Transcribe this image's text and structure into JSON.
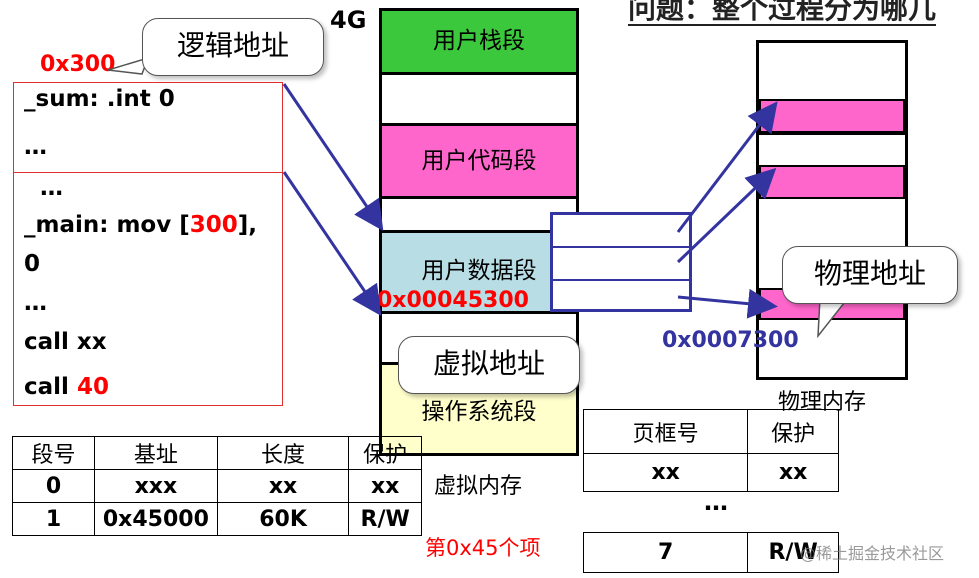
{
  "title": "问题：整个过程分为哪几",
  "labels": {
    "addr_0x300": "0x300",
    "logical_address": "逻辑地址",
    "label_4g": "4G",
    "virtual_address": "虚拟地址",
    "physical_address": "物理地址",
    "vaddr_0x00045300": "0x00045300",
    "paddr_0x0007300": "0x0007300",
    "virtual_memory": "虚拟内存",
    "physical_memory": "物理内存",
    "entry_0x45": "第0x45个项",
    "watermark": "@稀土掘金技术社区"
  },
  "code": {
    "line1": "_sum:  .int  0",
    "line2": "…",
    "line3": "  …",
    "line4_pre": "_main: mov [",
    "line4_num": "300",
    "line4_post": "],",
    "line5": "0",
    "line6": "…",
    "line7": "call xx",
    "line8_pre": "call ",
    "line8_num": "40"
  },
  "virtual_memory": {
    "segments": {
      "user_stack": "用户栈段",
      "user_code": "用户代码段",
      "user_data": "用户数据段",
      "os": "操作系统段"
    },
    "colors": {
      "user_stack": "#3cc83c",
      "user_code": "#ff66cc",
      "user_data": "#b8dde4",
      "os": "#ffffcc"
    }
  },
  "physical_memory": {
    "frame_color": "#ff66cc"
  },
  "segment_table": {
    "headers": [
      "段号",
      "基址",
      "长度",
      "保护"
    ],
    "rows": [
      [
        "0",
        "xxx",
        "xx",
        "xx"
      ],
      [
        "1",
        "0x45000",
        "60K",
        "R/W"
      ]
    ]
  },
  "page_table": {
    "headers": [
      "页框号",
      "保护"
    ],
    "row1": [
      "xx",
      "xx"
    ],
    "ellipsis": "…",
    "row2": [
      "7",
      "R/W"
    ]
  },
  "colors": {
    "arrow": "#3434a0",
    "code_border": "#e03030",
    "highlight": "#ff0000"
  }
}
